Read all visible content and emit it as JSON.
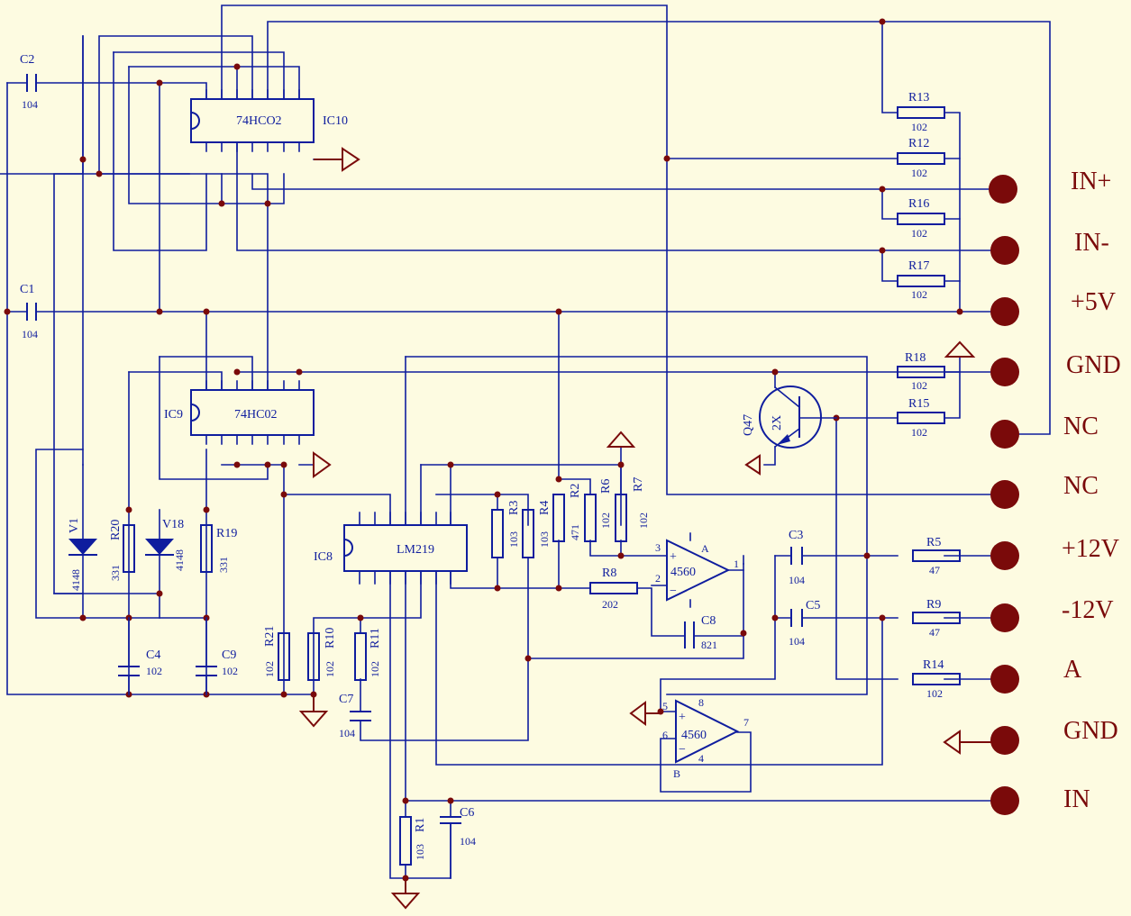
{
  "ics": {
    "ic10": {
      "ref": "IC10",
      "part": "74HCO2"
    },
    "ic9": {
      "ref": "IC9",
      "part": "74HC02"
    },
    "ic8": {
      "ref": "IC8",
      "part": "LM219"
    }
  },
  "opamps": {
    "a": {
      "part": "4560",
      "unit": "A",
      "pin_in_plus": "3",
      "pin_in_minus": "2",
      "pin_out": "1"
    },
    "b": {
      "part": "4560",
      "unit": "B",
      "pin_in_plus": "5",
      "pin_in_minus": "6",
      "pin_out": "7",
      "pin_vplus": "8",
      "pin_vminus": "4"
    }
  },
  "transistor": {
    "ref": "Q47",
    "part": "2X"
  },
  "resistors": {
    "r1": {
      "ref": "R1",
      "value": "103"
    },
    "r2": {
      "ref": "R2",
      "value": "471"
    },
    "r3": {
      "ref": "R3",
      "value": "103"
    },
    "r4": {
      "ref": "R4",
      "value": "103"
    },
    "r5": {
      "ref": "R5",
      "value": "47"
    },
    "r6": {
      "ref": "R6",
      "value": "102"
    },
    "r7": {
      "ref": "R7",
      "value": "102"
    },
    "r8": {
      "ref": "R8",
      "value": "202"
    },
    "r9": {
      "ref": "R9",
      "value": "47"
    },
    "r10": {
      "ref": "R10",
      "value": "102"
    },
    "r11": {
      "ref": "R11",
      "value": "102"
    },
    "r12": {
      "ref": "R12",
      "value": "102"
    },
    "r13": {
      "ref": "R13",
      "value": "102"
    },
    "r14": {
      "ref": "R14",
      "value": "102"
    },
    "r15": {
      "ref": "R15",
      "value": "102"
    },
    "r16": {
      "ref": "R16",
      "value": "102"
    },
    "r17": {
      "ref": "R17",
      "value": "102"
    },
    "r18": {
      "ref": "R18",
      "value": "102"
    },
    "r19": {
      "ref": "R19",
      "value": "331"
    },
    "r20": {
      "ref": "R20",
      "value": "331"
    },
    "r21": {
      "ref": "R21",
      "value": "102"
    }
  },
  "capacitors": {
    "c1": {
      "ref": "C1",
      "value": "104"
    },
    "c2": {
      "ref": "C2",
      "value": "104"
    },
    "c3": {
      "ref": "C3",
      "value": "104"
    },
    "c4": {
      "ref": "C4",
      "value": "102"
    },
    "c5": {
      "ref": "C5",
      "value": "104"
    },
    "c6": {
      "ref": "C6",
      "value": "104"
    },
    "c7": {
      "ref": "C7",
      "value": "104"
    },
    "c8": {
      "ref": "C8",
      "value": "821"
    },
    "c9": {
      "ref": "C9",
      "value": "102"
    }
  },
  "diodes": {
    "v1": {
      "ref": "V1",
      "value": "4148"
    },
    "v18": {
      "ref": "V18",
      "value": "4148"
    }
  },
  "terminals": [
    "IN+",
    "IN-",
    "+5V",
    "GND",
    "NC",
    "NC",
    "+12V",
    "-12V",
    "A",
    "GND",
    "IN"
  ],
  "colors": {
    "background": "#fdfbe1",
    "wire": "#0f1d9e",
    "node": "#7a0a0a",
    "terminal_text": "#7a0a0a"
  }
}
